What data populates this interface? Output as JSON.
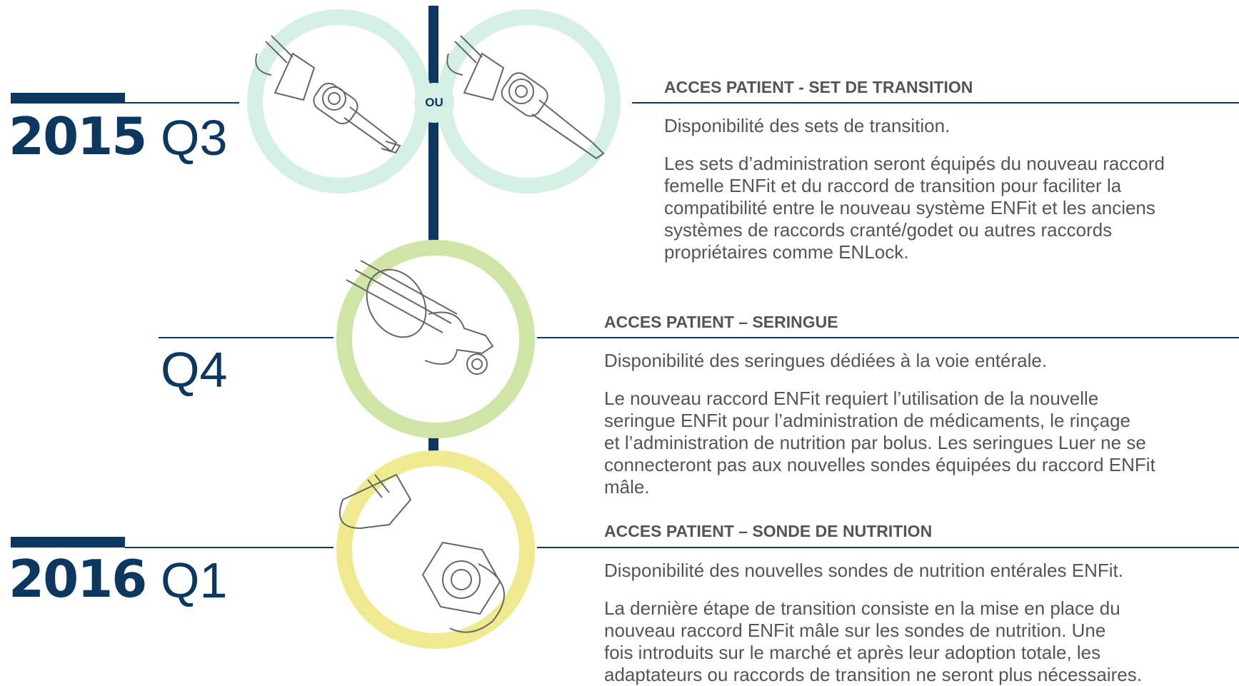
{
  "separator_label": "OU",
  "colors": {
    "navy": "#0b3760",
    "ring_mint": "#d4efe4",
    "ring_green": "#cfe5a6",
    "ring_yellow": "#efe98f",
    "text": "#555555"
  },
  "timeline": [
    {
      "year": "2015",
      "quarter": "Q3",
      "heading": "ACCES PATIENT - SET DE TRANSITION",
      "lead": "Disponibilité des sets de transition.",
      "body": [
        "Les sets d’administration seront équipés du nouveau raccord",
        "femelle ENFit et du raccord de transition pour faciliter la",
        "compatibilité entre le nouveau système ENFit et les anciens",
        "systèmes de raccords cranté/godet ou autres raccords",
        "propriétaires comme ENLock."
      ]
    },
    {
      "year": "",
      "quarter": "Q4",
      "heading": "ACCES PATIENT – SERINGUE",
      "lead": "Disponibilité des seringues dédiées à la voie entérale.",
      "body": [
        "Le nouveau raccord ENFit requiert l’utilisation de la nouvelle",
        "seringue ENFit pour l’administration de médicaments, le rinçage",
        "et l’administration de nutrition par bolus. Les seringues Luer ne se",
        "connecteront pas aux nouvelles sondes équipées du raccord ENFit",
        "mâle."
      ]
    },
    {
      "year": "2016",
      "quarter": "Q1",
      "heading": "ACCES PATIENT – SONDE DE NUTRITION",
      "lead": "Disponibilité des nouvelles sondes de nutrition entérales ENFit.",
      "body": [
        "La dernière étape de transition consiste en la mise en place du",
        "nouveau raccord ENFit mâle sur les sondes de nutrition. Une",
        "fois introduits sur le marché et après leur adoption totale, les",
        "adaptateurs ou raccords de transition ne seront plus nécessaires."
      ]
    }
  ]
}
